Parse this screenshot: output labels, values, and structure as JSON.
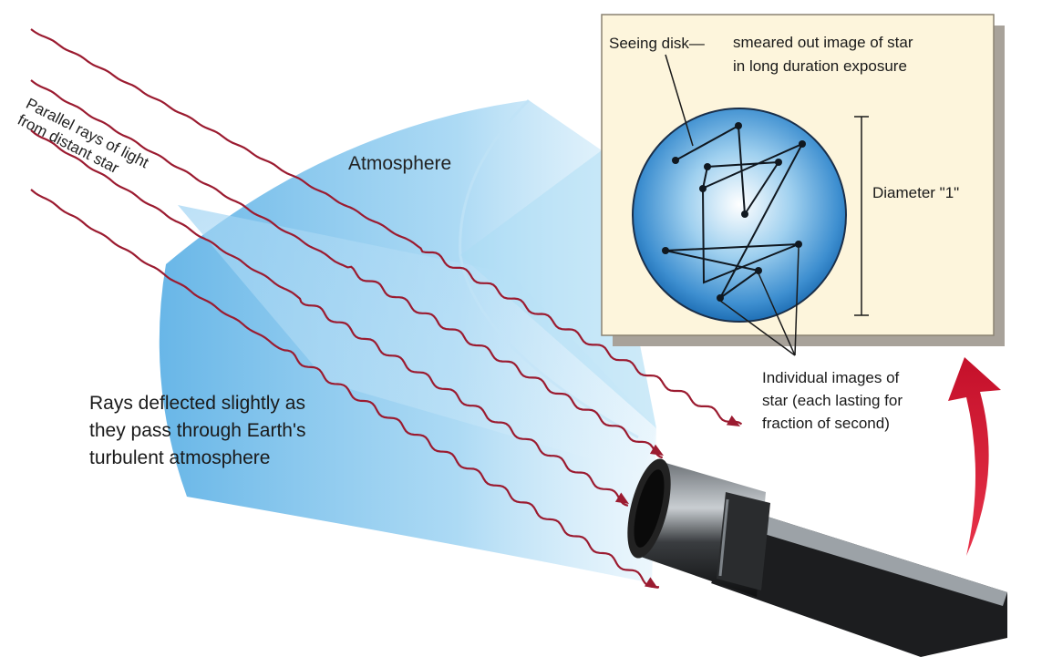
{
  "labels": {
    "atmosphere": "Atmosphere",
    "parallel_rays": [
      "Parallel rays of light",
      "from distant star"
    ],
    "rays_deflected": [
      "Rays deflected slightly as",
      "they pass through Earth's",
      "turbulent atmosphere"
    ],
    "seeing_disk": "Seeing disk—",
    "smeared_out": [
      "smeared out image of star",
      "in long duration exposure"
    ],
    "diameter": "Diameter \"1\"",
    "individual_images": [
      "Individual images of",
      "star (each lasting for",
      "fraction of  second)"
    ]
  },
  "colors": {
    "ray": "#9b1b30",
    "atmosphere": "#5fb3e6",
    "disk": "#2a7fc4",
    "inset_panel": "#fdf5dc",
    "arrow": "#d4162e",
    "telescope": "#222222"
  },
  "icons": {
    "telescope": "telescope-icon",
    "curved_arrow": "curved-arrow-icon"
  }
}
